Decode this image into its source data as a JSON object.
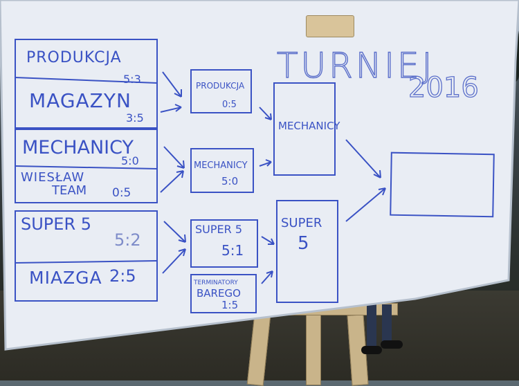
{
  "title": "TURNIEJ",
  "year": "2016",
  "round1": [
    {
      "name": "PRODUKCJA",
      "score": "5:3"
    },
    {
      "name": "MAGAZYN",
      "score": "3:5"
    },
    {
      "name": "MECHANICY",
      "score": "5:0"
    },
    {
      "name_line1": "WIESŁAW",
      "name_line2": "TEAM",
      "score": "0:5"
    },
    {
      "name": "SUPER 5",
      "score": "5:2"
    },
    {
      "name": "MIAZGA",
      "score": "2:5"
    }
  ],
  "round2": [
    {
      "name": "PRODUKCJA",
      "score": "0:5"
    },
    {
      "name": "MECHANICY",
      "score": "5:0"
    },
    {
      "name": "SUPER 5",
      "score": "5:1"
    },
    {
      "name_line1": "TERMINATORY",
      "name_line2": "BAREGO",
      "score": "1:5"
    }
  ],
  "semifinal": [
    {
      "name": "MECHANICY"
    },
    {
      "name_line1": "SUPER",
      "name_line2": "5"
    }
  ],
  "colors": {
    "marker": "#3a52c4",
    "board": "#e9edf4"
  }
}
